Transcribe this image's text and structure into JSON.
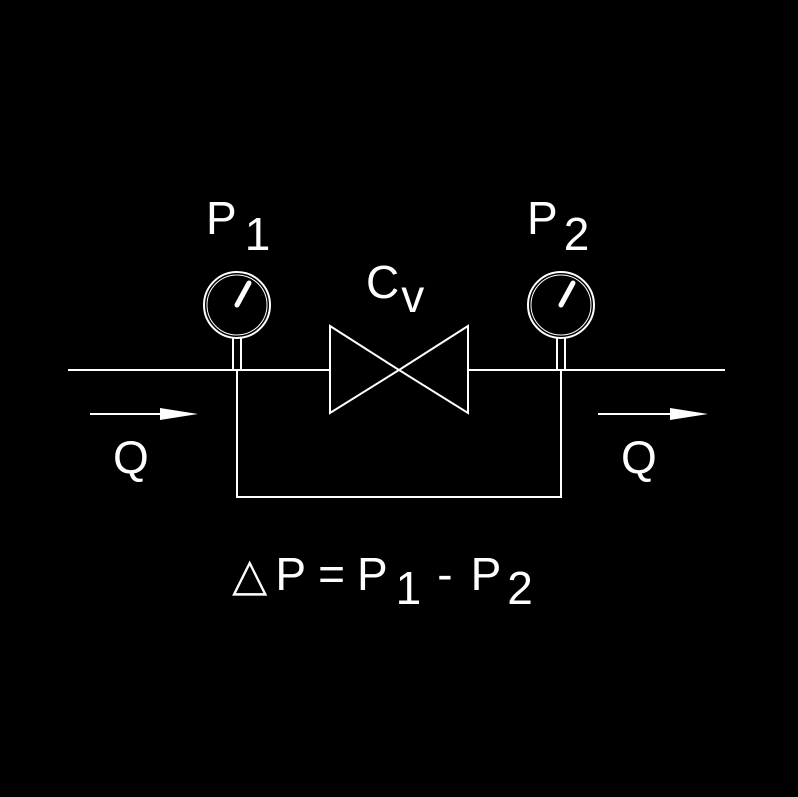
{
  "diagram": {
    "gauge_left": {
      "symbol": "P",
      "subscript": "1"
    },
    "gauge_right": {
      "symbol": "P",
      "subscript": "2"
    },
    "valve": {
      "symbol": "C",
      "subscript": "v"
    },
    "flow_left": {
      "label": "Q"
    },
    "flow_right": {
      "label": "Q"
    },
    "equation": {
      "delta": "△",
      "lhs": "P",
      "equals": "=",
      "p1_symbol": "P",
      "p1_subscript": "1",
      "minus": "-",
      "p2_symbol": "P",
      "p2_subscript": "2"
    }
  },
  "colors": {
    "background": "#000000",
    "line": "#ffffff"
  },
  "icons": {
    "gauge": "pressure-gauge-icon",
    "valve": "control-valve-icon",
    "arrow": "flow-arrow-icon"
  }
}
